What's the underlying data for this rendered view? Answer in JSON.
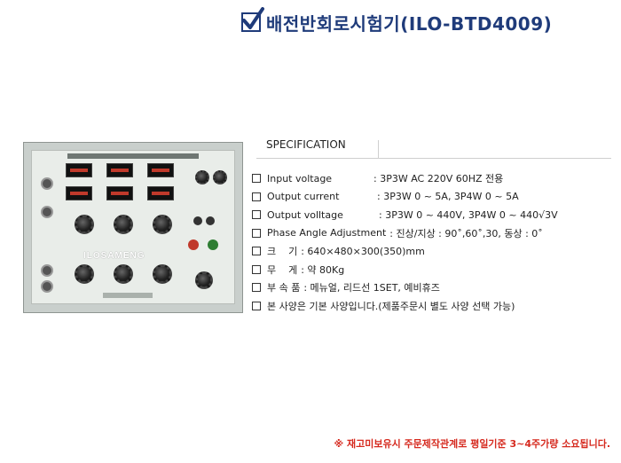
{
  "title": {
    "icon": "checkbox-check-icon",
    "text": "배전반회로시험기(ILO-BTD4009)",
    "color": "#1f3b7a"
  },
  "device_photo": {
    "brand": "ILOSAMENG"
  },
  "specification": {
    "header": "SPECIFICATION",
    "items": [
      {
        "label": "Input voltage",
        "value": ": 3P3W AC 220V  60HZ 전용"
      },
      {
        "label": "Output current",
        "value": ": 3P3W 0 ~ 5A, 3P4W 0 ~ 5A"
      },
      {
        "label": "Output volltage",
        "value": ": 3P3W 0 ~ 440V, 3P4W 0 ~ 440√3V"
      },
      {
        "label": "Phase Angle Adjustment",
        "value": ": 진상/지상 : 90˚,60˚,30, 동상 : 0˚"
      },
      {
        "label": "크    기",
        "value": ": 640×480×300(350)mm"
      },
      {
        "label": "무    게",
        "value": ": 약 80Kg"
      },
      {
        "label": "부 속 품",
        "value": ": 메뉴얼, 리드선 1SET, 예비휴즈"
      },
      {
        "label": "본 사양은 기본 사양입니다.(제품주문시 별도 사양 선택 가능)",
        "value": ""
      }
    ]
  },
  "footer_note": {
    "text": "※ 재고미보유시 주문제작관계로 평일기준 3~4주가량 소요됩니다.",
    "color": "#d62a1f"
  }
}
